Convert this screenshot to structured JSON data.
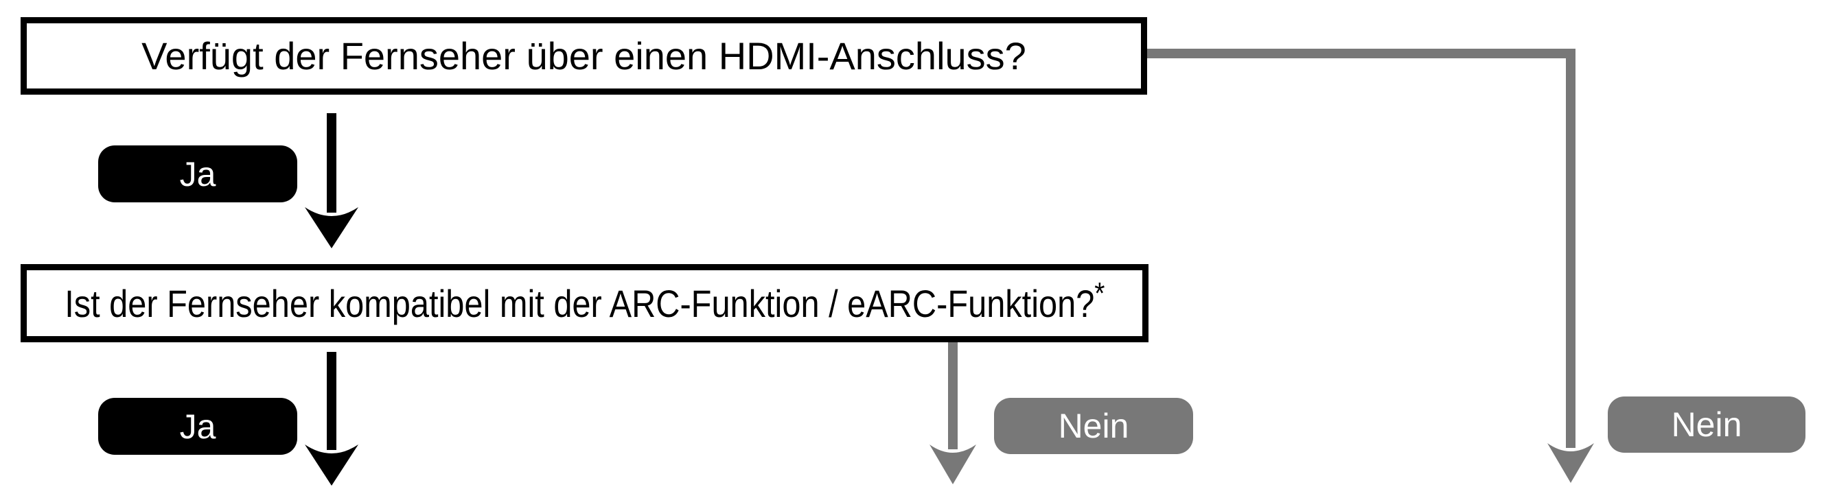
{
  "colors": {
    "black": "#000000",
    "gray": "#787878",
    "white": "#ffffff"
  },
  "flowchart": {
    "question1": "Verfügt der Fernseher über einen HDMI-Anschluss?",
    "question2": "Ist der Fernseher kompatibel mit der ARC-Funktion / eARC-Funktion?",
    "question2_footnote_marker": "*",
    "badges": {
      "q1_yes": "Ja",
      "q1_no": "Nein",
      "q2_yes": "Ja",
      "q2_no": "Nein"
    }
  }
}
